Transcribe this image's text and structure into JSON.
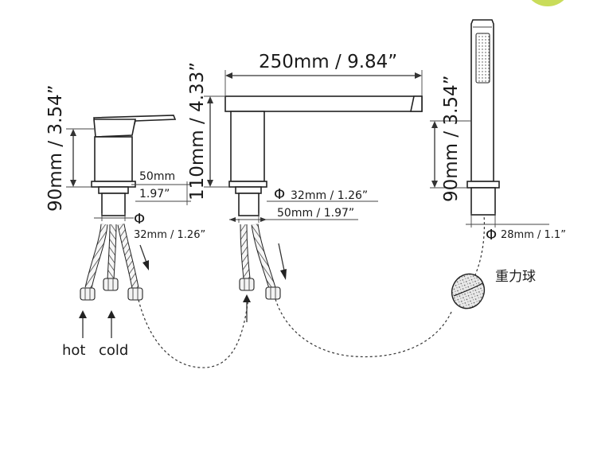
{
  "dimensions": {
    "mixer_height": "90mm / 3.54”",
    "spout_height": "110mm / 4.33”",
    "spout_length": "250mm / 9.84”",
    "shower_height": "90mm / 3.54”",
    "mixer_base_mm": "50mm",
    "mixer_base_in": "1.97”",
    "mixer_thread_symbol": "Φ",
    "mixer_thread": "32mm / 1.26”",
    "spout_thread_symbol": "Φ",
    "spout_thread": "32mm / 1.26”",
    "spout_base": "50mm / 1.97”",
    "shower_thread_symbol": "Φ",
    "shower_thread": "28mm / 1.1”"
  },
  "labels": {
    "hot": "hot",
    "cold": "cold",
    "gravity_ball": "重力球"
  },
  "colors": {
    "line": "#222222",
    "accent_circle": "#c9dc5a"
  }
}
